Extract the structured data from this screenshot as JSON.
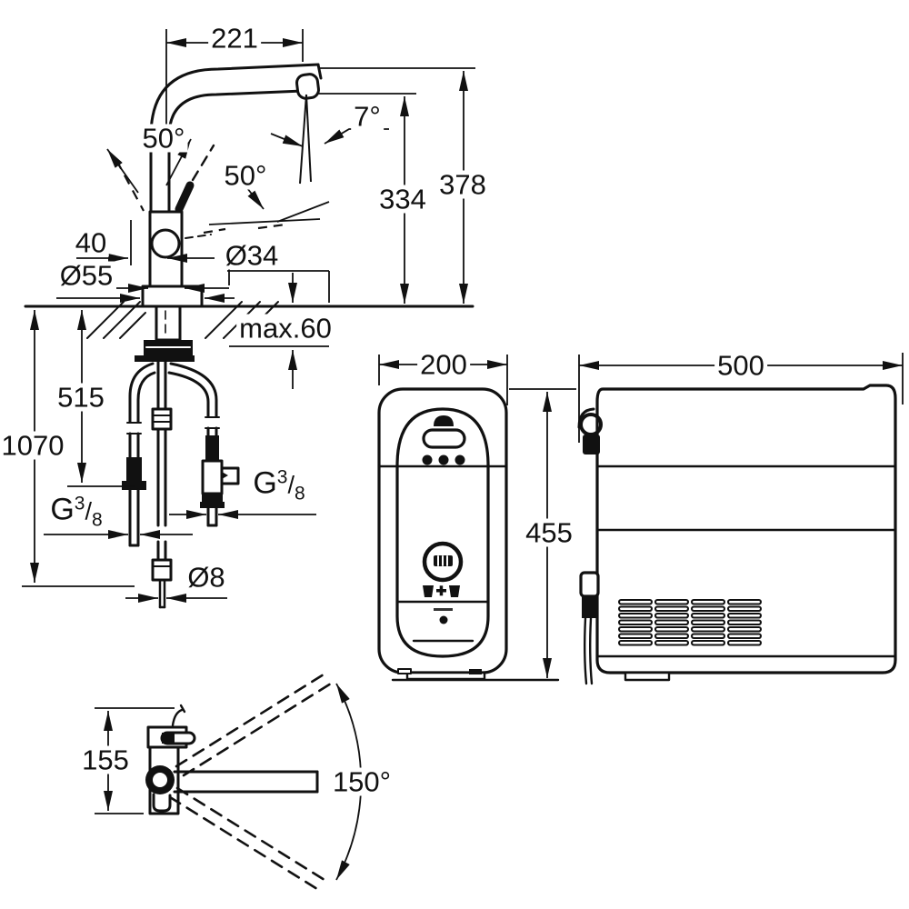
{
  "title": "Faucet and filter cooler dimensional drawing",
  "colors": {
    "background": "#ffffff",
    "line": "#111111"
  },
  "views": {
    "faucet_front": {
      "label": "kitchen faucet front view",
      "dimensions": {
        "spout_reach": "221",
        "spout_angle": "7°",
        "lever_angle_left": "50°",
        "lever_angle_right": "50°",
        "outlet_height": "334",
        "total_height": "378",
        "lever_offset": "40",
        "base_diameter": "Ø55",
        "body_diameter": "Ø34",
        "max_counter_thickness": "max.60",
        "hose_length_to_fitting": "515",
        "hose_length_total": "1070",
        "hose_outer_diameter": "Ø8",
        "supply_thread_left": {
          "letter": "G",
          "numerator": "3",
          "slash": "/",
          "denominator": "8"
        },
        "supply_thread_right": {
          "letter": "G",
          "numerator": "3",
          "slash": "/",
          "denominator": "8"
        }
      }
    },
    "cooler_front": {
      "label": "filter cooler front view",
      "dimensions": {
        "width": "200",
        "height": "455"
      }
    },
    "cooler_side": {
      "label": "filter cooler side view",
      "dimensions": {
        "depth": "500"
      }
    },
    "faucet_top": {
      "label": "faucet swivel top view",
      "dimensions": {
        "base_height": "155",
        "swivel_range": "150°"
      }
    }
  }
}
